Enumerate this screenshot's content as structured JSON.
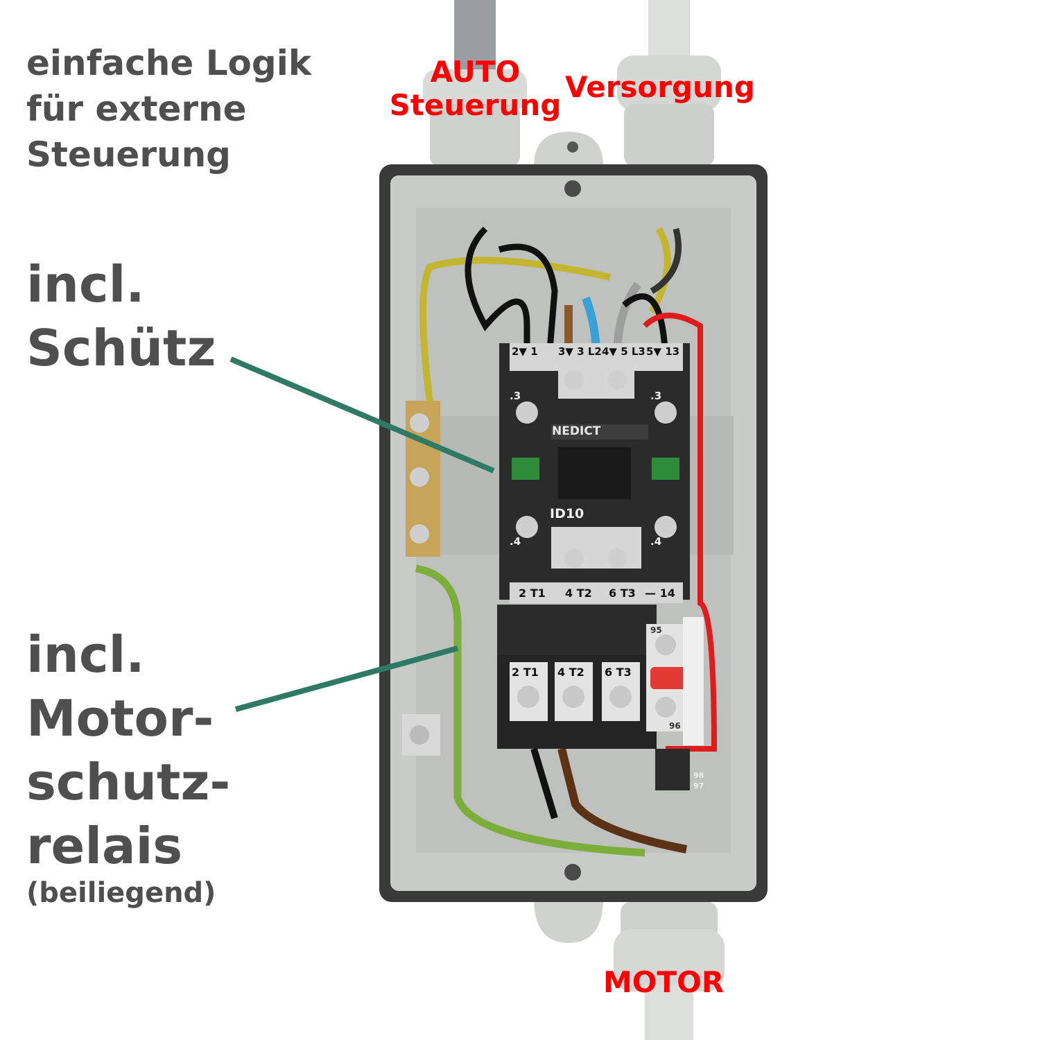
{
  "intro": {
    "line1": "einfache Logik",
    "line2": "für externe",
    "line3": "Steuerung"
  },
  "callouts": {
    "contactor": {
      "line1": "incl.",
      "line2": "Schütz"
    },
    "relay": {
      "line1": "incl.",
      "line2": "Motor-",
      "line3": "schutz-",
      "line4": "relais",
      "note": "(beiliegend)"
    }
  },
  "cables": {
    "auto_line1": "AUTO",
    "auto_line2": "Steuerung",
    "supply": "Versorgung",
    "motor": "MOTOR"
  },
  "device": {
    "brand": "NEDICT",
    "model": "ID10",
    "terminals_top": [
      "2▼ 1",
      "3▼ 3 L2",
      "4▼ 5 L3",
      "5▼ 13"
    ],
    "terminals_bottom": [
      "2 T1",
      "4 T2",
      "6 T3",
      "— 14"
    ],
    "aux_top": ".3",
    "aux_bottom": ".4",
    "relay_terminals": [
      "2 T1",
      "4 T2",
      "6 T3"
    ],
    "relay_aux": [
      "95",
      "96",
      "98",
      "97"
    ]
  },
  "colors": {
    "text": "#4f4f4f",
    "accent": "#ff0000",
    "pointer": "#2f7a64",
    "enclosure": "#c9cbc8",
    "contactor": "#2b2b2b"
  }
}
